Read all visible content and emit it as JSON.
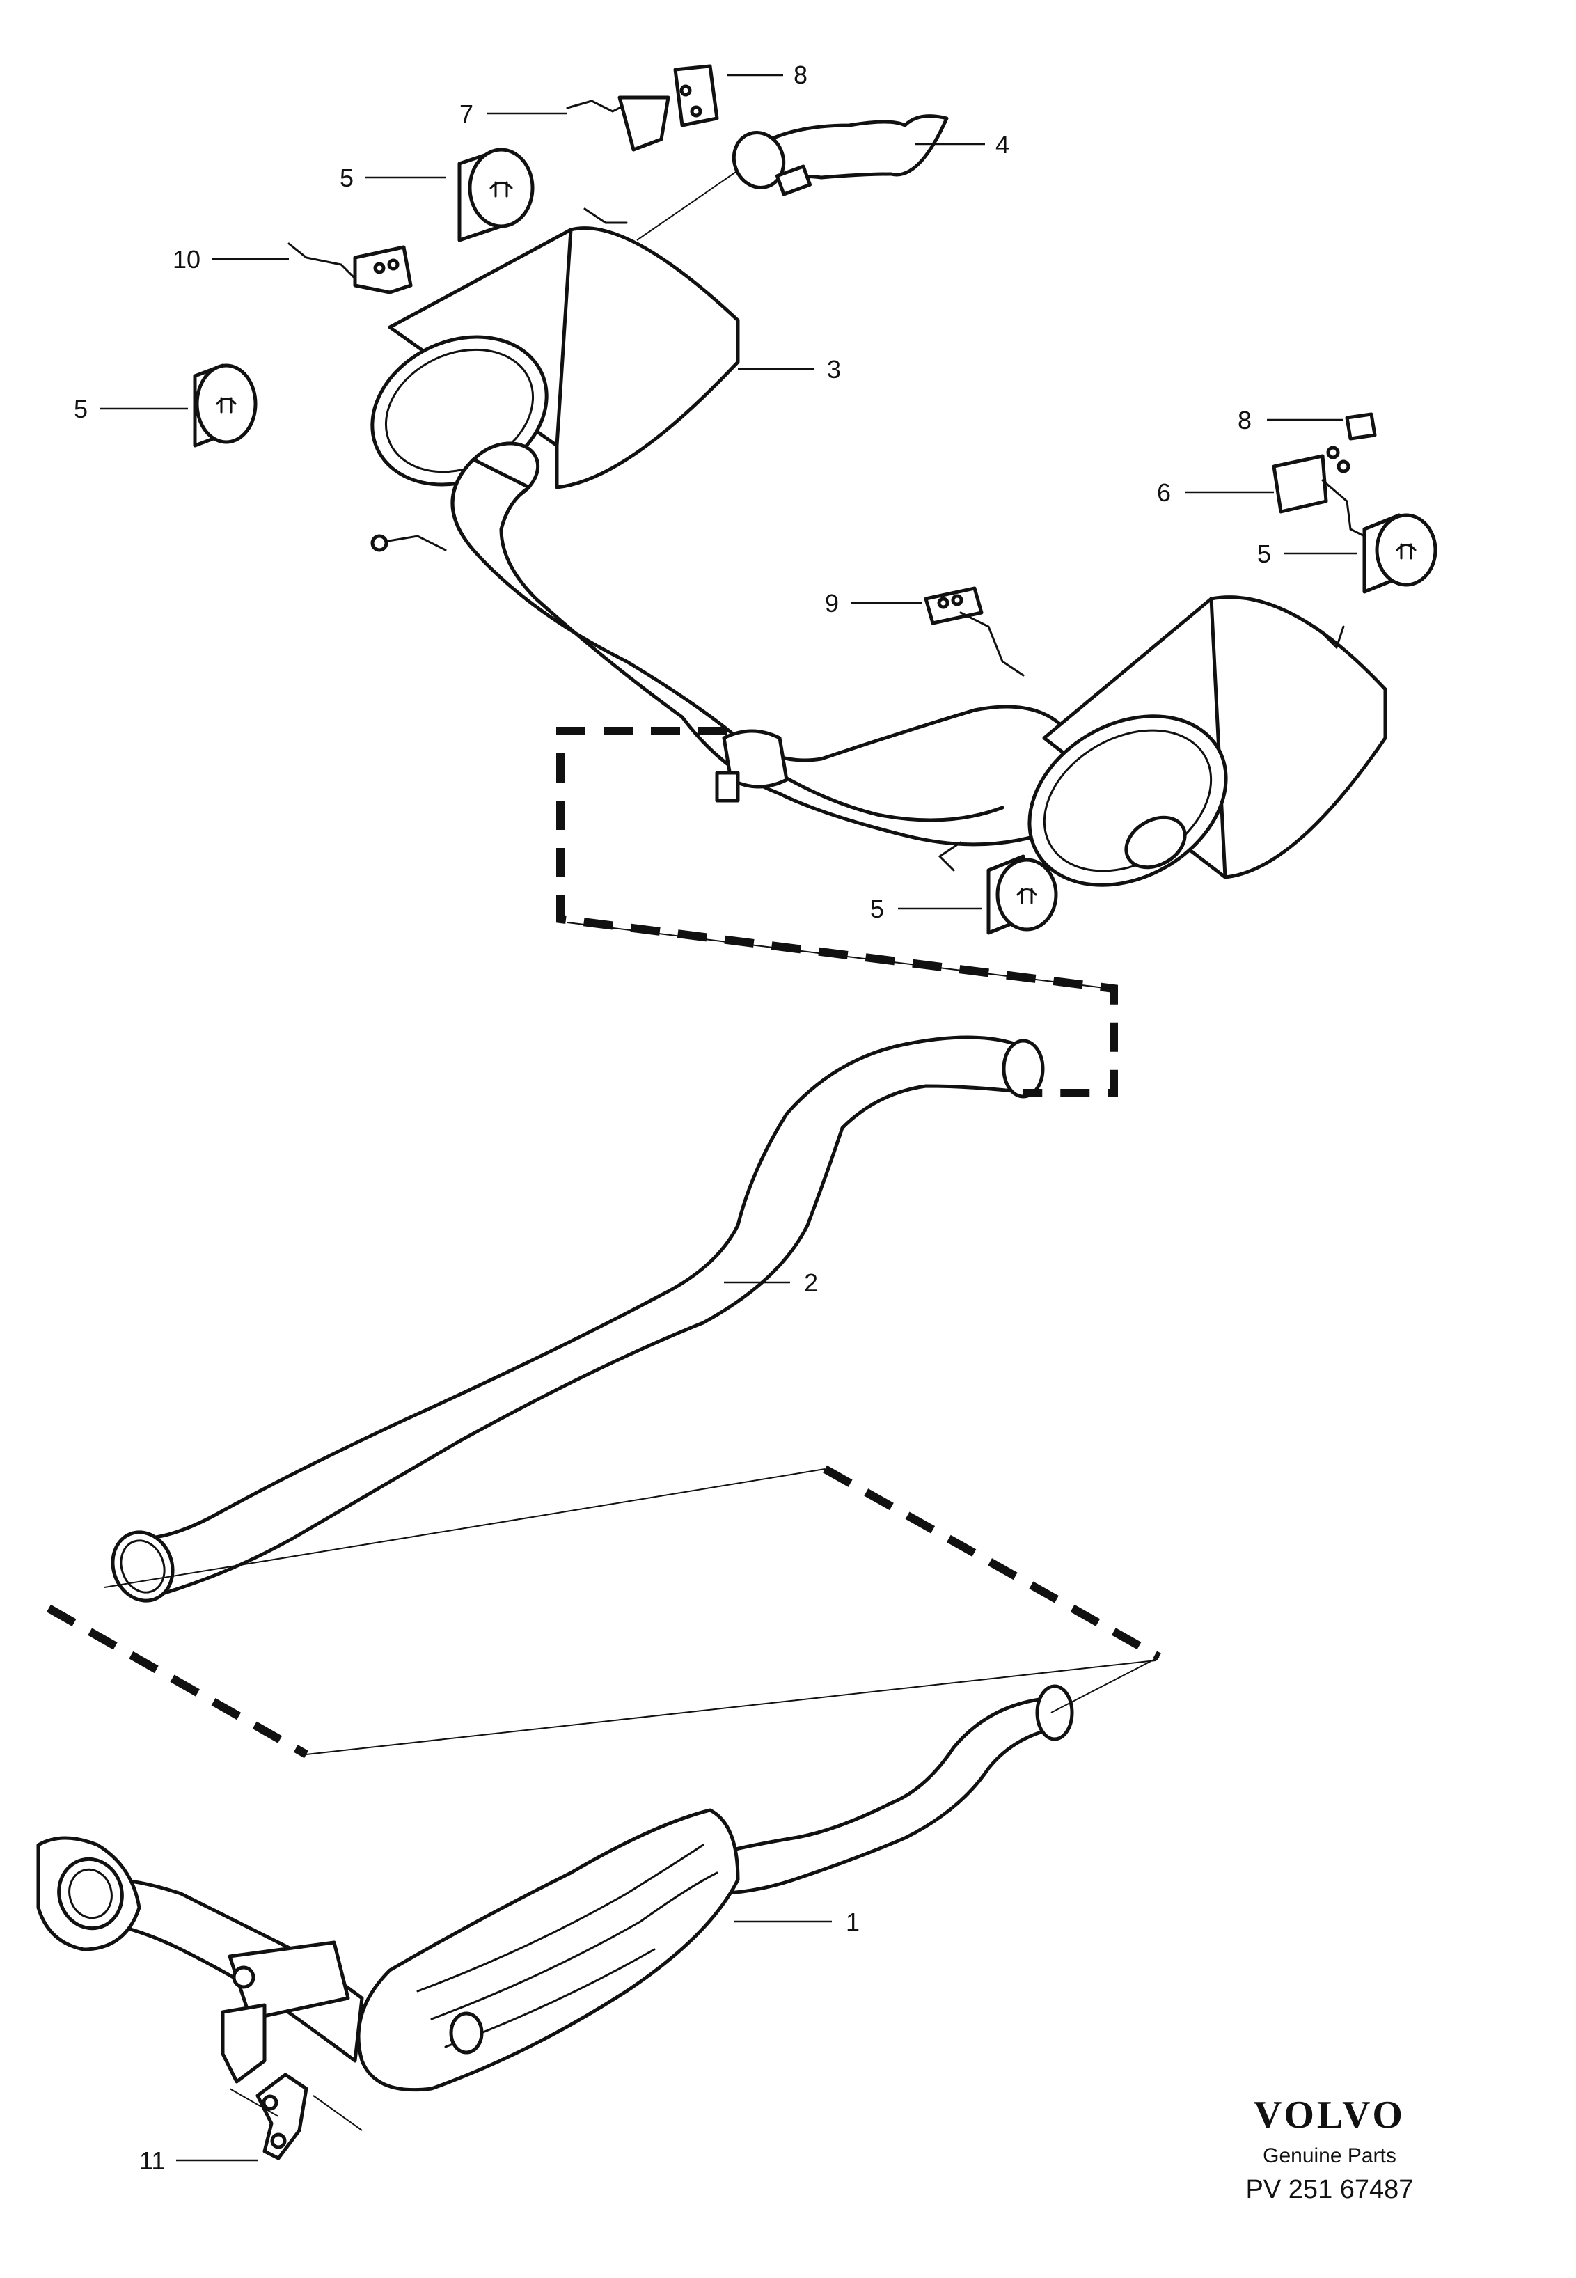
{
  "diagram": {
    "callouts": [
      {
        "id": "c8a",
        "label": "8"
      },
      {
        "id": "c7",
        "label": "7"
      },
      {
        "id": "c4",
        "label": "4"
      },
      {
        "id": "c5a",
        "label": "5"
      },
      {
        "id": "c10",
        "label": "10"
      },
      {
        "id": "c3",
        "label": "3"
      },
      {
        "id": "c5b",
        "label": "5"
      },
      {
        "id": "c8b",
        "label": "8"
      },
      {
        "id": "c6",
        "label": "6"
      },
      {
        "id": "c5c",
        "label": "5"
      },
      {
        "id": "c9",
        "label": "9"
      },
      {
        "id": "c5d",
        "label": "5"
      },
      {
        "id": "c2",
        "label": "2"
      },
      {
        "id": "c1",
        "label": "1"
      },
      {
        "id": "c11",
        "label": "11"
      }
    ]
  },
  "brand": {
    "name": "VOLVO",
    "tagline": "Genuine Parts",
    "document_code": "PV 251 67487"
  }
}
